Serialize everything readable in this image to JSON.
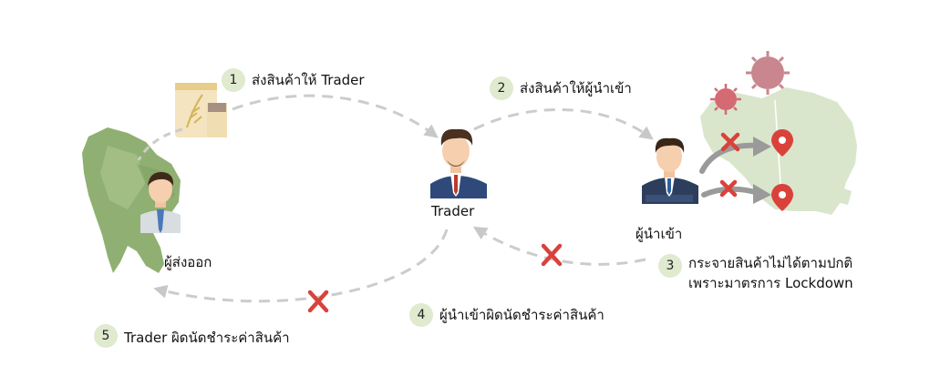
{
  "steps": [
    {
      "num": "1",
      "text": "ส่งสินค้าให้ Trader"
    },
    {
      "num": "2",
      "text": "ส่งสินค้าให้ผู้นำเข้า"
    },
    {
      "num": "3",
      "line1": "กระจายสินค้าไม่ได้ตามปกติ",
      "line2": "เพราะมาตรการ Lockdown"
    },
    {
      "num": "4",
      "text": "ผู้นำเข้าผิดนัดชำระค่าสินค้า"
    },
    {
      "num": "5",
      "text": "Trader ผิดนัดชำระค่าสินค้า"
    }
  ],
  "roles": {
    "exporter": "ผู้ส่งออก",
    "trader": "Trader",
    "importer": "ผู้นำเข้า"
  },
  "colors": {
    "badge": "#dfeacf",
    "map_thailand": "#8fb072",
    "map_africa": "#d9e6cc",
    "arrow_dashed": "#cccccc",
    "cross": "#d9423b",
    "pin": "#d9423b",
    "virus": "#c9868e"
  },
  "icons": [
    "thailand-map-icon",
    "rice-sack-icon",
    "exporter-person-icon",
    "trader-person-icon",
    "importer-person-icon",
    "africa-map-icon",
    "virus-icon",
    "location-pin-icon",
    "cross-icon"
  ]
}
